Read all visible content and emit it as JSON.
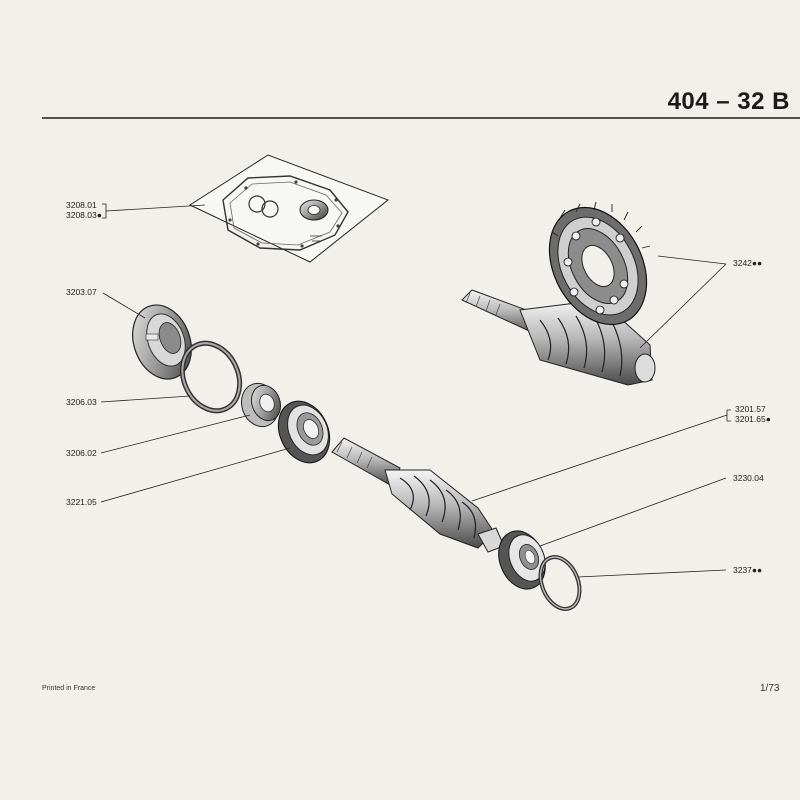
{
  "page": {
    "title": "404 – 32 B",
    "printed_in": "Printed in France",
    "page_number": "1/73"
  },
  "parts": [
    {
      "id": "gasket_set",
      "refs": [
        "3208.01",
        "3208.03●"
      ]
    },
    {
      "id": "bearing_cup",
      "refs": [
        "3203.07"
      ]
    },
    {
      "id": "o_ring",
      "refs": [
        "3206.03"
      ]
    },
    {
      "id": "pinion_bearing",
      "refs": [
        "3206.02"
      ]
    },
    {
      "id": "ball_bearing",
      "refs": [
        "3221.05"
      ]
    },
    {
      "id": "crown_wheel",
      "refs": [
        "3242●●"
      ]
    },
    {
      "id": "worm_shaft",
      "refs": [
        "3201.57",
        "3201.65●"
      ]
    },
    {
      "id": "rear_bearing",
      "refs": [
        "3230.04"
      ]
    },
    {
      "id": "shim_ring",
      "refs": [
        "3237●●"
      ]
    }
  ],
  "colors": {
    "ink": "#1a1a1a",
    "paper": "#f1f0ea",
    "metal_dark": "#555555",
    "metal_light": "#cfcfcf"
  }
}
